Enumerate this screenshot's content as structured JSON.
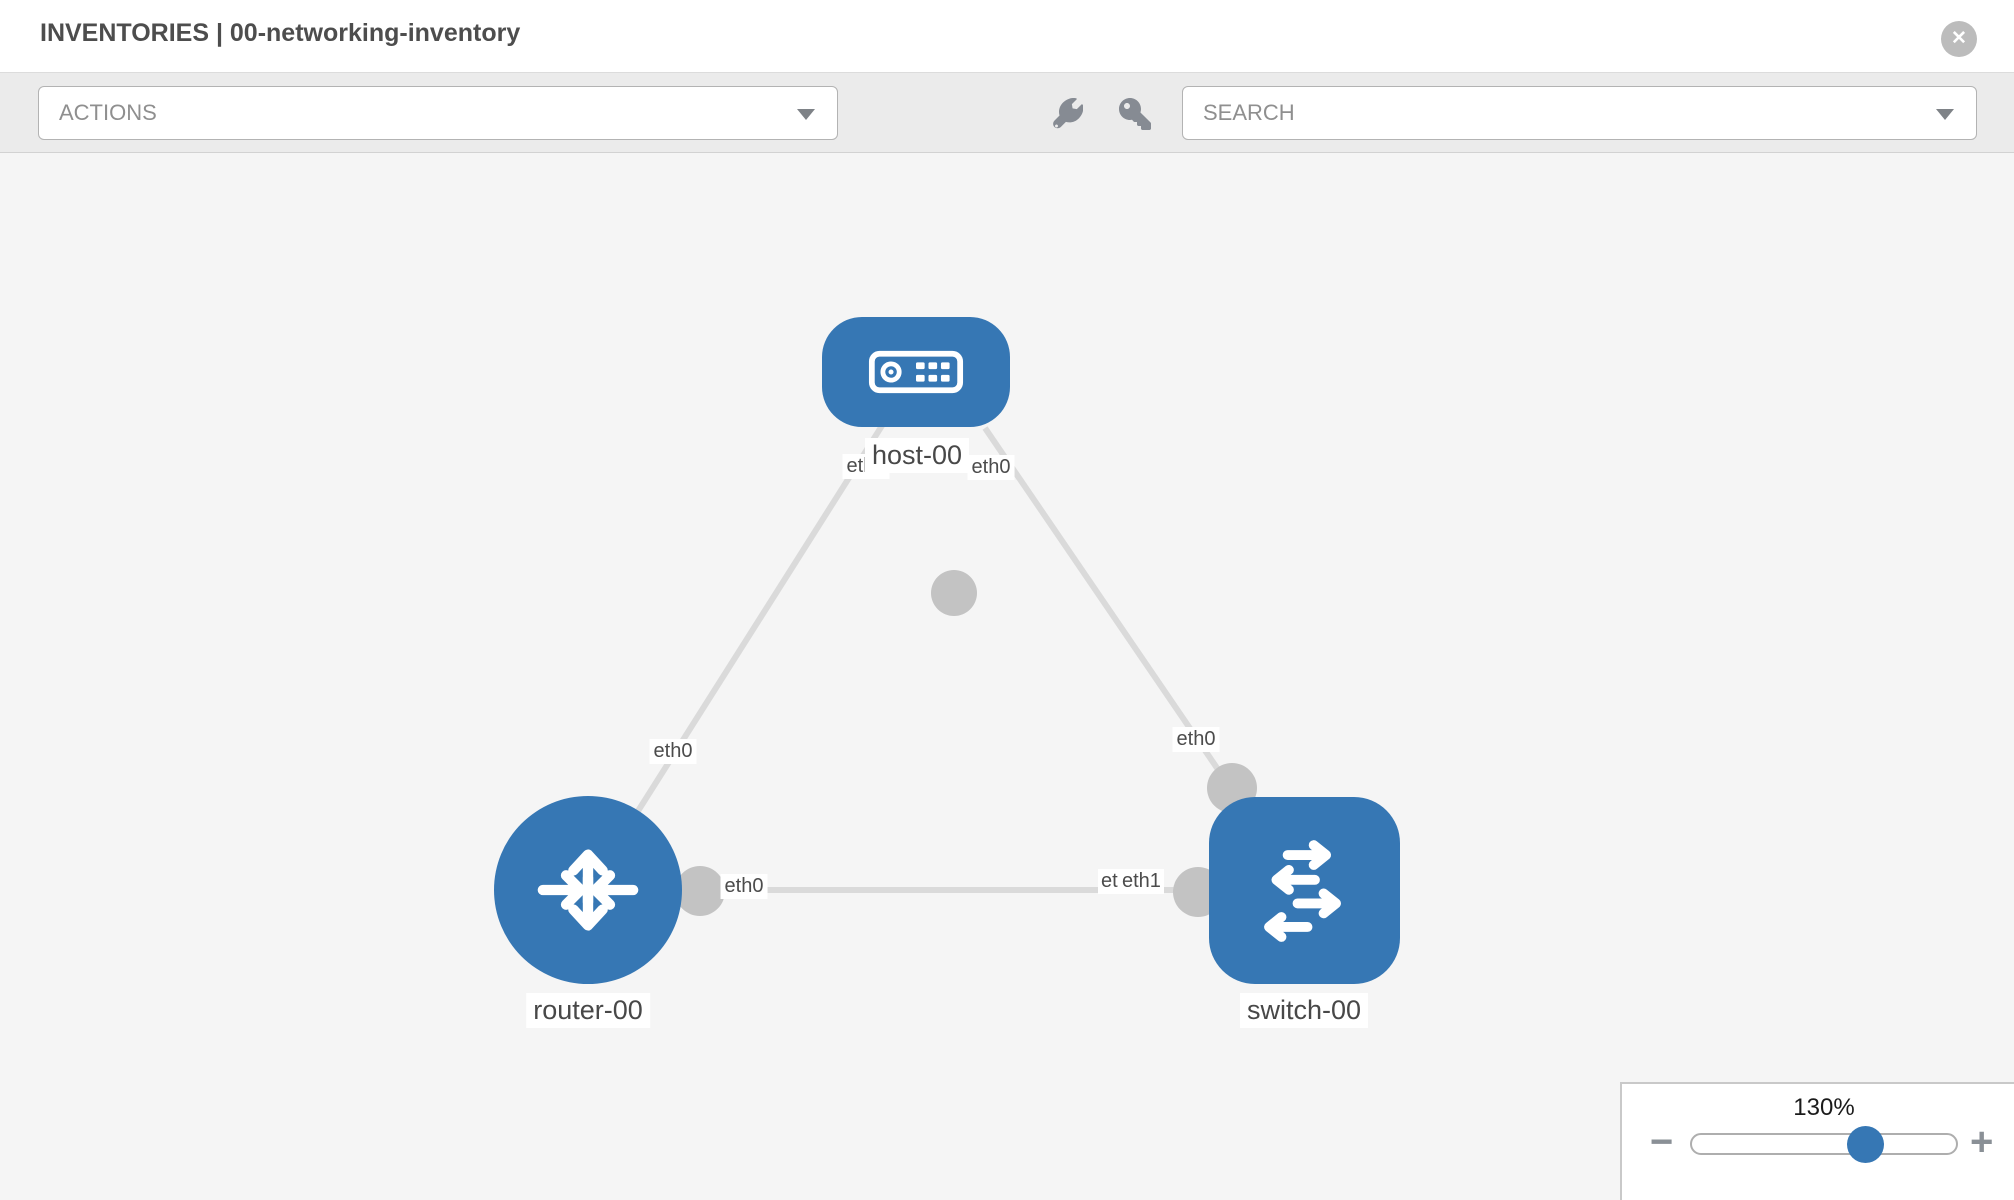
{
  "header": {
    "title": "INVENTORIES | 00-networking-inventory",
    "close_icon": "✕"
  },
  "toolbar": {
    "actions_label": "ACTIONS",
    "search_label": "SEARCH",
    "icons": [
      "wrench-icon",
      "key-icon"
    ]
  },
  "topology": {
    "nodes": [
      {
        "id": "host-00",
        "type": "host",
        "label": "host-00"
      },
      {
        "id": "router-00",
        "type": "router",
        "label": "router-00"
      },
      {
        "id": "switch-00",
        "type": "switch",
        "label": "switch-00"
      }
    ],
    "edges": [
      {
        "source": "host-00",
        "target": "router-00",
        "source_interface": "eth0",
        "target_interface": "eth0"
      },
      {
        "source": "host-00",
        "target": "switch-00",
        "source_interface": "eth0",
        "target_interface": "eth0"
      },
      {
        "source": "router-00",
        "target": "switch-00",
        "source_interface": "eth0",
        "target_interface": "eth1",
        "target_interface_overlapped": "eth0"
      }
    ]
  },
  "zoom": {
    "level": "130%",
    "zoom_out_icon": "−",
    "zoom_in_icon": "+"
  },
  "colors": {
    "node_blue": "#3677b4",
    "edge_gray": "#dadada",
    "port_gray": "#c3c3c3",
    "toolbar_gray": "#ebebeb"
  }
}
